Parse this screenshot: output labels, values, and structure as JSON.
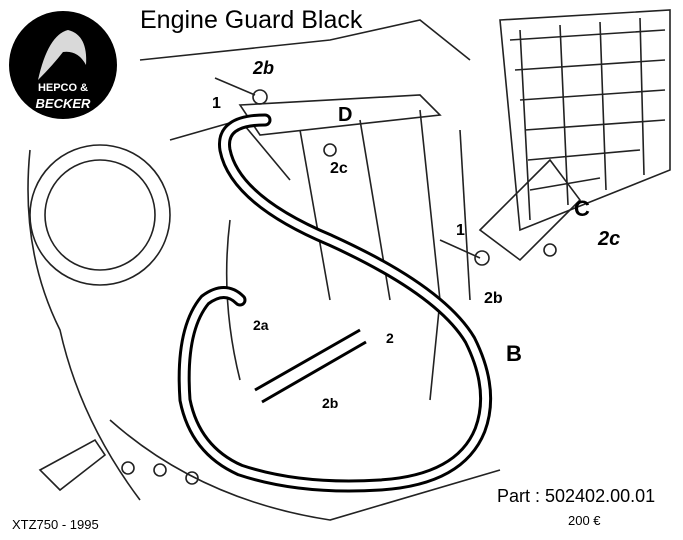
{
  "header": {
    "title": "Engine Guard Black"
  },
  "logo": {
    "line1": "HEPCO &",
    "line2": "BECKER"
  },
  "diagram": {
    "callouts": {
      "c1a": "1",
      "c2b_a": "2b",
      "cD": "D",
      "c2c_a": "2c",
      "cC": "C",
      "c1b": "1",
      "c2c_b": "2c",
      "c2b_b": "2b",
      "c2a": "2a",
      "c2": "2",
      "cB": "B",
      "c2b_c": "2b"
    }
  },
  "footer": {
    "part": "Part : 502402.00.01",
    "price": "200 €",
    "model": "XTZ750 - 1995"
  }
}
